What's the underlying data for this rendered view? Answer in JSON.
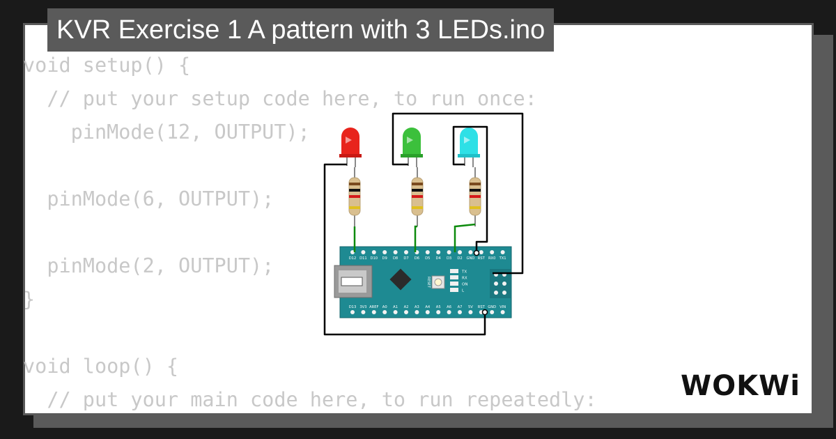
{
  "project": {
    "title": "KVR Exercise 1 A pattern with 3 LEDs.ino"
  },
  "code_lines": [
    "void setup() {",
    "  // put your setup code here, to run once:",
    "    pinMode(12, OUTPUT);",
    "",
    "  pinMode(6, OUTPUT);",
    "",
    "  pinMode(2, OUTPUT);",
    "}",
    "",
    "void loop() {",
    "  // put your main code here, to run repeatedly:"
  ],
  "board": {
    "top_pins": [
      "D12",
      "D11",
      "D10",
      "D9",
      "D8",
      "D7",
      "D6",
      "D5",
      "D4",
      "D3",
      "D2",
      "GND",
      "RST",
      "RX0",
      "TX1"
    ],
    "bottom_pins": [
      "D13",
      "3V3",
      "AREF",
      "A0",
      "A1",
      "A2",
      "A3",
      "A4",
      "A5",
      "A6",
      "A7",
      "5V",
      "RST",
      "GND",
      "VIN"
    ],
    "led_labels": [
      "TX",
      "RX",
      "ON",
      "L"
    ],
    "reset_label": "RESET"
  },
  "leds": [
    {
      "color_name": "red",
      "color": "#e8241c",
      "highlight": "#ffb0aa"
    },
    {
      "color_name": "green",
      "color": "#3cc03c",
      "highlight": "#b8f0b0"
    },
    {
      "color_name": "cyan",
      "color": "#2ee0e6",
      "highlight": "#c8fbff"
    }
  ],
  "colors": {
    "board": "#1e8a92",
    "wire_signal": "#0c8a0c",
    "wire_ground": "#000000",
    "code_text": "#c8c8c8",
    "title_bg": "#5a5a5a"
  },
  "brand": {
    "logo_text": "WOKWi"
  }
}
